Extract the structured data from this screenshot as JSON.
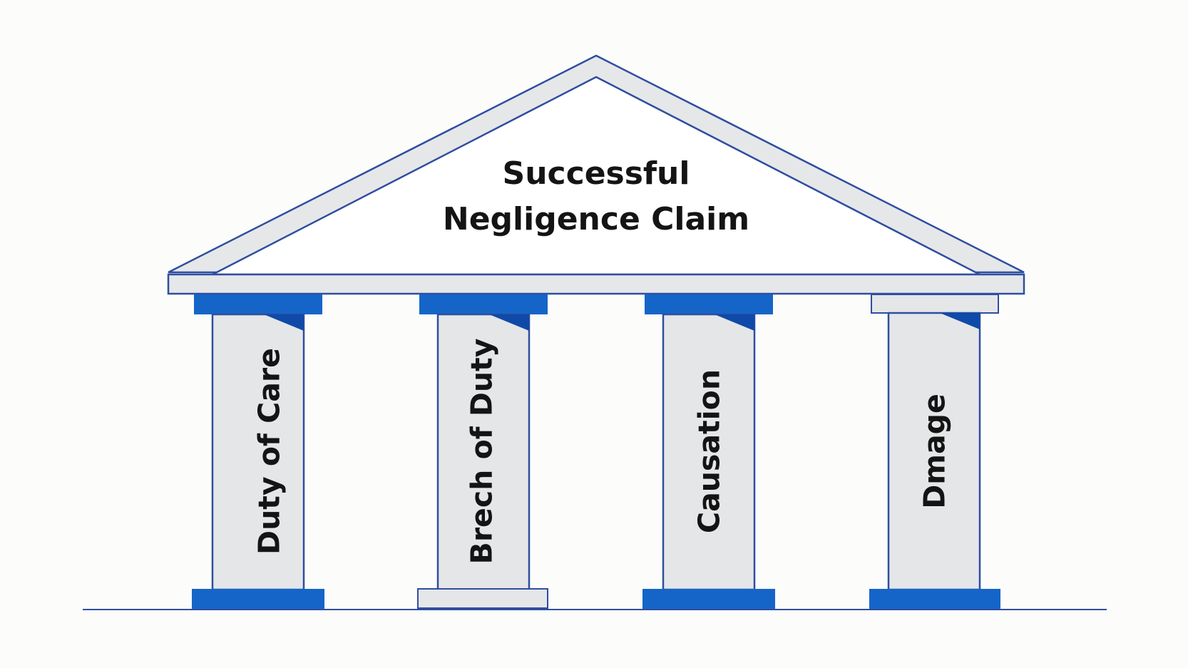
{
  "roof": {
    "title_line1": "Successful",
    "title_line2": "Negligence Claim"
  },
  "pillars": [
    {
      "label": "Duty of Care",
      "capital_style": "blue",
      "base_style": "blue"
    },
    {
      "label": "Brech of Duty",
      "capital_style": "blue",
      "base_style": "grey"
    },
    {
      "label": "Causation",
      "capital_style": "blue",
      "base_style": "blue"
    },
    {
      "label": "Dmage",
      "capital_style": "grey",
      "base_style": "blue"
    }
  ],
  "colors": {
    "outline": "#2f4ea0",
    "blue_block": "#1565c8",
    "blue_accent": "#0f4aa8",
    "column_fill": "#e5e6e8",
    "roof_band": "#e6e7e9",
    "roof_inner": "#ffffff",
    "grey_block": "#e5e6e8",
    "text": "#141414"
  }
}
